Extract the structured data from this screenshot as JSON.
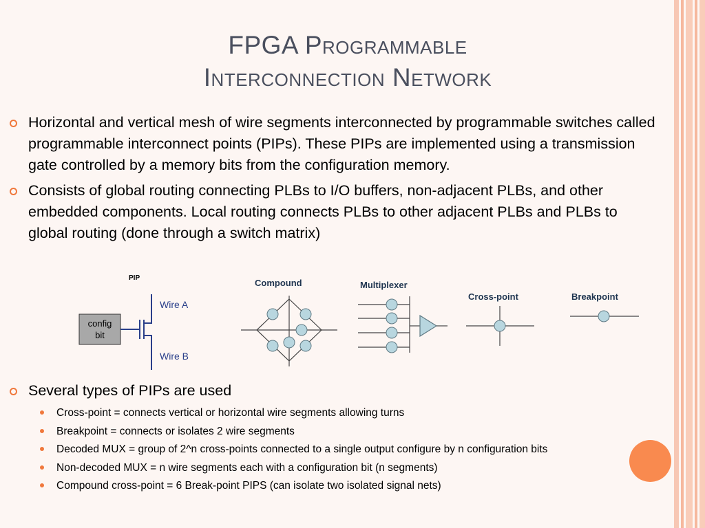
{
  "colors": {
    "accent": "#f0783c",
    "title": "#4a4f5e",
    "circle_fill": "#b8d6df",
    "config_box": "#a8a8a8"
  },
  "title": {
    "line1": "FPGA  Programmable",
    "line2": "Interconnection Network"
  },
  "bullets": [
    {
      "text": "Horizontal and vertical mesh of wire segments interconnected by programmable switches called programmable interconnect points (PIPs). These PIPs are implemented using a transmission gate controlled by a memory bits from the configuration memory."
    },
    {
      "text": "Consists of global routing connecting  PLBs to I/O buffers, non-adjacent PLBs, and other embedded components. Local routing connects PLBs to other adjacent PLBs and PLBs to global routing (done through a switch matrix)"
    },
    {
      "text": "Several types of PIPs are used"
    }
  ],
  "sub_bullets": [
    {
      "text": "Cross-point = connects vertical or horizontal wire segments allowing turns"
    },
    {
      "text": "Breakpoint = connects or isolates 2 wire segments"
    },
    {
      "text": "Decoded MUX = group of 2^n cross-points connected to a single output configure by n configuration bits"
    },
    {
      "text": "Non-decoded MUX =  n wire segments each with a configuration bit (n segments)"
    },
    {
      "text": "Compound cross-point = 6 Break-point PIPS (can isolate two isolated signal nets)"
    }
  ],
  "diagram": {
    "pip_label": "PIP",
    "config_line1": "config",
    "config_line2": "bit",
    "wire_a": "Wire A",
    "wire_b": "Wire B",
    "compound_label": "Compound",
    "mux_label": "Multiplexer",
    "crosspoint_label": "Cross-point",
    "breakpoint_label": "Breakpoint"
  }
}
